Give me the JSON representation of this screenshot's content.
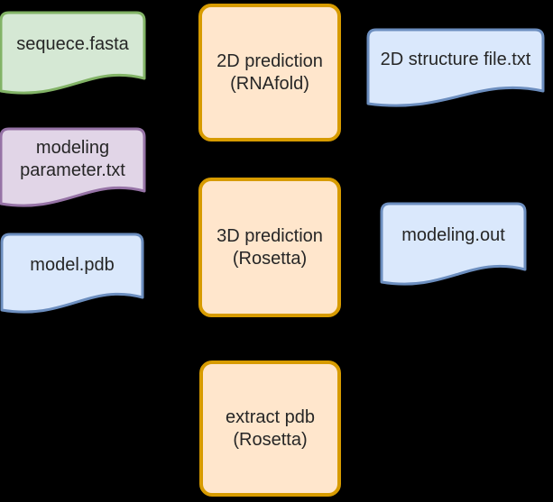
{
  "canvas": {
    "background": "#000000",
    "text_color": "#262626"
  },
  "palette": {
    "green": {
      "fill": "#d5e8d4",
      "stroke": "#82b366"
    },
    "purple": {
      "fill": "#e1d5e7",
      "stroke": "#9673a6"
    },
    "blue": {
      "fill": "#dae8fc",
      "stroke": "#6c8ebf"
    },
    "orange": {
      "fill": "#ffe6cc",
      "stroke": "#d79b00"
    }
  },
  "nodes": {
    "sequence_fasta": {
      "label": "sequece.fasta",
      "shape": "document",
      "color": "green"
    },
    "modeling_parameter_txt": {
      "label": "modeling\nparameter.txt",
      "shape": "document",
      "color": "purple"
    },
    "model_pdb": {
      "label": "model.pdb",
      "shape": "document",
      "color": "blue"
    },
    "prediction_2d": {
      "label": "2D prediction\n(RNAfold)",
      "shape": "process",
      "color": "orange"
    },
    "prediction_3d": {
      "label": "3D prediction\n(Rosetta)",
      "shape": "process",
      "color": "orange"
    },
    "extract_pdb": {
      "label": "extract pdb\n(Rosetta)",
      "shape": "process",
      "color": "orange"
    },
    "structure_file_2d": {
      "label": "2D structure file.txt",
      "shape": "document",
      "color": "blue"
    },
    "modeling_out": {
      "label": "modeling.out",
      "shape": "document",
      "color": "blue"
    }
  }
}
